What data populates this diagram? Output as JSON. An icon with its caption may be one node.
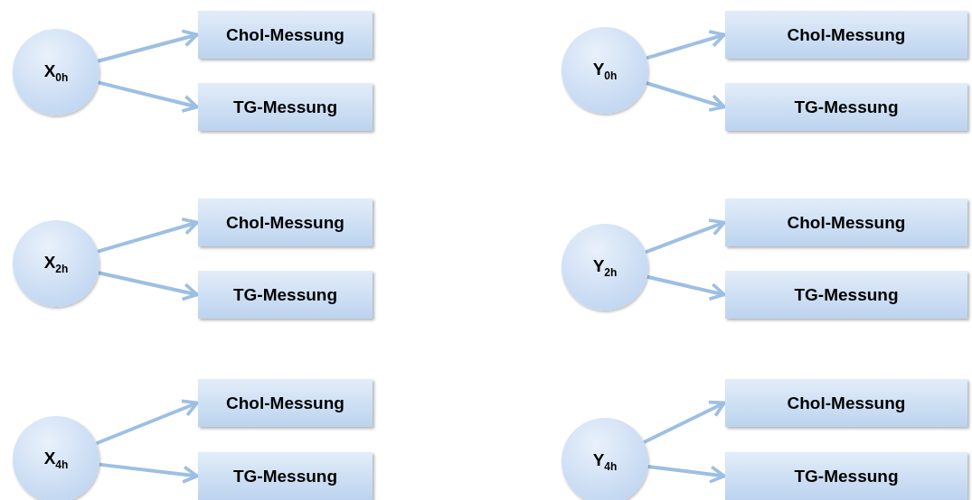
{
  "diagram": {
    "nodes": [
      {
        "text": [
          "X$_{0h}$"
        ]
      },
      {
        "text": [
          "Chol-Messung"
        ]
      },
      {
        "text": [
          "TG-Messung"
        ]
      },
      {
        "text": [
          "Y$_{0h}$"
        ]
      },
      {
        "text": [
          "Chol-Messung"
        ]
      },
      {
        "text": [
          "TG-Messung"
        ]
      },
      {
        "text": [
          "X$_{2h}$"
        ]
      },
      {
        "text": [
          "Chol-Messung"
        ]
      },
      {
        "text": [
          "TG-Messung"
        ]
      },
      {
        "text": [
          "Y$_{2h}$"
        ]
      },
      {
        "text": [
          "Chol-Messung"
        ]
      },
      {
        "text": [
          "TG-Messung"
        ]
      },
      {
        "text": [
          "X$_{4h}$"
        ]
      },
      {
        "text": [
          "Chol-Messung"
        ]
      },
      {
        "text": [
          "TG-Messung"
        ]
      },
      {
        "text": [
          "Y$_{4h}$"
        ]
      },
      {
        "text": [
          "Chol-Messung"
        ]
      },
      {
        "text": [
          "TG-Messung"
        ]
      }
    ],
    "edges": [
      {
        "from": 0,
        "to": 1,
        "arrow": "to"
      },
      {
        "from": 0,
        "to": 2,
        "arrow": "to"
      },
      {
        "from": 3,
        "to": 4,
        "arrow": "to"
      },
      {
        "from": 3,
        "to": 5,
        "arrow": "to"
      },
      {
        "from": 6,
        "to": 7,
        "arrow": "to"
      },
      {
        "from": 6,
        "to": 8,
        "arrow": "to"
      },
      {
        "from": 9,
        "to": 10,
        "arrow": "to"
      },
      {
        "from": 9,
        "to": 11,
        "arrow": "to"
      },
      {
        "from": 12,
        "to": 13,
        "arrow": "to"
      },
      {
        "from": 12,
        "to": 14,
        "arrow": "to"
      },
      {
        "from": 15,
        "to": 16,
        "arrow": "to"
      },
      {
        "from": 15,
        "to": 17,
        "arrow": "to"
      }
    ]
  }
}
